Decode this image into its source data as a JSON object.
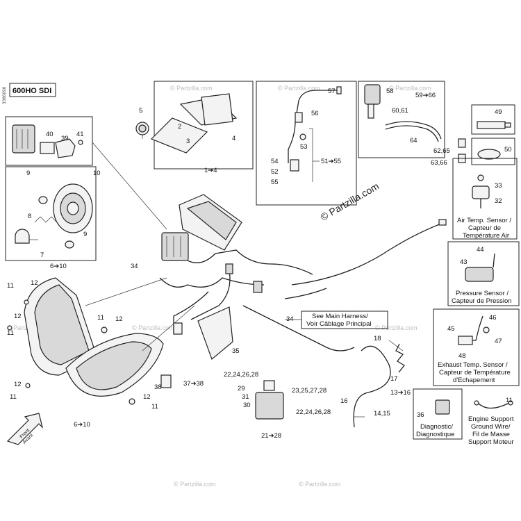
{
  "model_title": "600HO SDI",
  "side_code": "3386698",
  "watermark": "© Partzilla.com",
  "watermark_small": "© Partzilla.com",
  "front_label_1": "Front",
  "front_label_2": "Avant",
  "callouts": {
    "c1_4": "1➔4",
    "c2": "2",
    "c3": "3",
    "c4": "4",
    "c5": "5",
    "c6_10a": "6➔10",
    "c6_10b": "6➔10",
    "c7": "7",
    "c8": "8",
    "c9a": "9",
    "c9b": "9",
    "c10": "10",
    "c11a": "11",
    "c11b": "11",
    "c11c": "11",
    "c11d": "11",
    "c11e": "11",
    "c12a": "12",
    "c12b": "12",
    "c12c": "12",
    "c12d": "12",
    "c12e": "12",
    "c13_16": "13➔16",
    "c14_15": "14,15",
    "c16": "16",
    "c17": "17",
    "c18": "18",
    "c21_28": "21➔28",
    "c22_24_26_28a": "22,24,26,28",
    "c22_24_26_28b": "22,24,26,28",
    "c23_25_27_28": "23,25,27,28",
    "c29": "29",
    "c30": "30",
    "c31": "31",
    "c32": "32",
    "c33": "33",
    "c34a": "34",
    "c34b": "34",
    "c35": "35",
    "c36": "36",
    "c37_38": "37➔38",
    "c38": "38",
    "c39": "39",
    "c40": "40",
    "c41": "41",
    "c43": "43",
    "c44": "44",
    "c45": "45",
    "c46": "46",
    "c47": "47",
    "c48": "48",
    "c49": "49",
    "c50": "50",
    "c51_55": "51➔55",
    "c52": "52",
    "c53": "53",
    "c54": "54",
    "c55": "55",
    "c56": "56",
    "c57": "57",
    "c58": "58",
    "c59_66": "59➔66",
    "c60_61": "60,61",
    "c62_65": "62,65",
    "c63_66": "63,66",
    "c64": "64"
  },
  "labels": {
    "air_1": "Air Temp. Sensor /",
    "air_2": "Capteur de",
    "air_3": "Température Air",
    "pres_1": "Pressure Sensor /",
    "pres_2": "Capteur de Pression",
    "exh_1": "Exhaust Temp. Sensor /",
    "exh_2": "Capteur de Température",
    "exh_3": "d'Echapement",
    "diag_1": "Diagnostic/",
    "diag_2": "Diagnostique",
    "eng_1": "Engine Support",
    "eng_2": "Ground Wire/",
    "eng_3": "Fil de Masse",
    "eng_4": "Support Moteur",
    "main_1": "See Main Harness/",
    "main_2": "Voir Câblage Principal"
  }
}
